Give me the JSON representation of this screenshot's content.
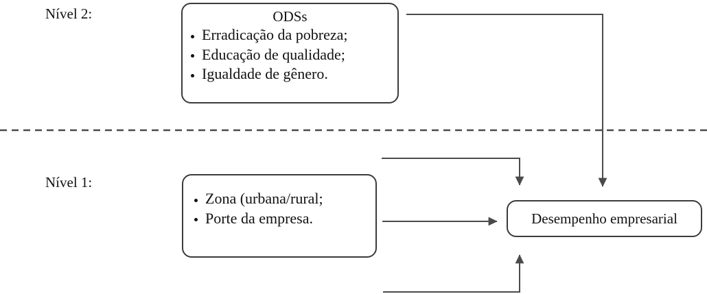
{
  "diagram": {
    "title_level2": "Nível 2:",
    "title_level1": "Nível 1:",
    "levels": [
      {
        "id": "level-2",
        "label": "Nível 2:",
        "node": {
          "id": "odss",
          "title": "ODSs",
          "items": [
            "Erradicação da pobreza;",
            "Educação de qualidade;",
            "Igualdade de gênero."
          ]
        }
      },
      {
        "id": "level-1",
        "label": "Nível 1:",
        "node": {
          "id": "nivel1-predictors",
          "title": "",
          "items": [
            "Zona (urbana/rural;",
            "Porte da empresa."
          ]
        }
      }
    ],
    "outcome": {
      "id": "desempenho",
      "label": "Desempenho empresarial"
    },
    "separator": {
      "style": "dashed",
      "orientation": "horizontal"
    },
    "connectors": [
      {
        "id": "odss-to-desempenho",
        "from": "odss",
        "to": "desempenho",
        "style": "elbow-right-down"
      },
      {
        "id": "nivel1-top-to-desempenho",
        "from": "nivel1-predictors",
        "to": "desempenho",
        "style": "elbow-right-down"
      },
      {
        "id": "nivel1-direct-to-desempenho",
        "from": "nivel1-predictors",
        "to": "desempenho",
        "style": "straight-right"
      },
      {
        "id": "nivel1-bottom-to-desempenho",
        "from": "nivel1-predictors",
        "to": "desempenho",
        "style": "elbow-right-up"
      }
    ],
    "colors": {
      "stroke": "#4a4a4a",
      "box_border": "#3b3b3b",
      "text": "#111111",
      "background": "#ffffff"
    }
  }
}
